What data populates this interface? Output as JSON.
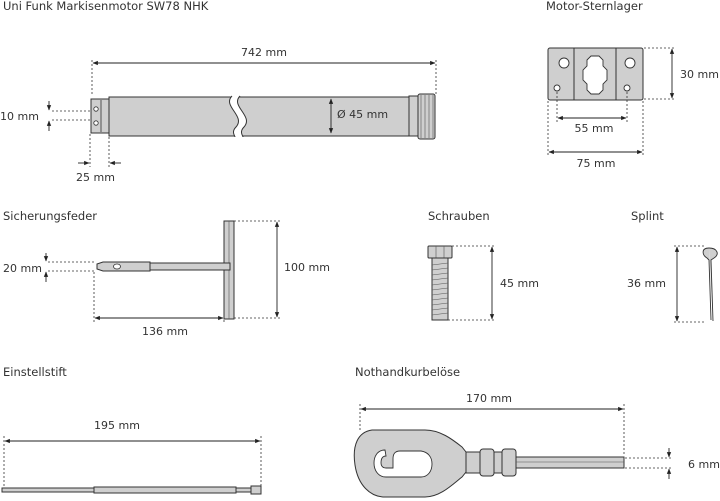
{
  "colors": {
    "part_fill": "#cfcfcf",
    "part_stroke": "#333333",
    "line": "#222222",
    "text": "#333333",
    "background": "#ffffff"
  },
  "motor": {
    "title": "Uni Funk Markisenmotor SW78 NHK",
    "length_label": "742 mm",
    "diameter_label": "Ø 45 mm",
    "shaft_label": "10 mm",
    "head_label": "25 mm"
  },
  "star_bearing": {
    "title": "Motor-Sternlager",
    "height_label": "30 mm",
    "hole_spacing_label": "55 mm",
    "width_label": "75 mm"
  },
  "safety_spring": {
    "title": "Sicherungsfeder",
    "width_label": "20 mm",
    "height_label": "100 mm",
    "length_label": "136 mm"
  },
  "screws": {
    "title": "Schrauben",
    "length_label": "45 mm"
  },
  "split_pin": {
    "title": "Splint",
    "length_label": "36 mm"
  },
  "adjust_pin": {
    "title": "Einstellstift",
    "length_label": "195 mm"
  },
  "crank_eye": {
    "title": "Nothandkurbelöse",
    "length_label": "170 mm",
    "hex_label": "6 mm"
  }
}
